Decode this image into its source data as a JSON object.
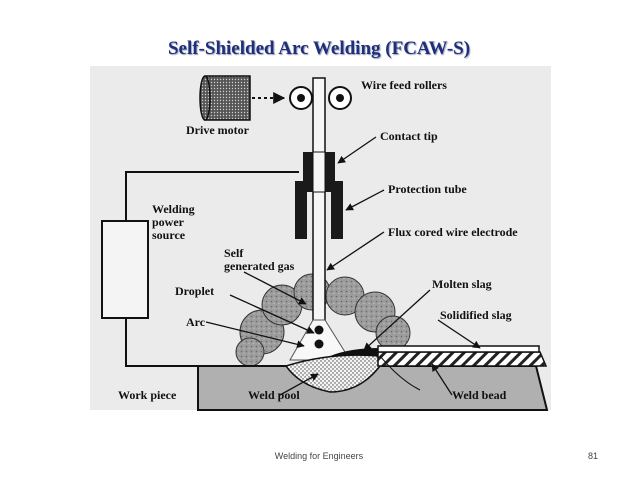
{
  "slide": {
    "title": "Self-Shielded Arc Welding (FCAW-S)",
    "footer": "Welding for Engineers",
    "page_number": "81"
  },
  "diagram": {
    "labels": {
      "wire_feed_rollers": "Wire feed rollers",
      "drive_motor": "Drive motor",
      "contact_tip": "Contact tip",
      "protection_tube": "Protection tube",
      "welding_power_source_1": "Welding",
      "welding_power_source_2": "power",
      "welding_power_source_3": "source",
      "flux_cored_wire_electrode": "Flux cored wire electrode",
      "self_generated_gas_1": "Self",
      "self_generated_gas_2": "generated gas",
      "molten_slag": "Molten slag",
      "droplet": "Droplet",
      "solidified_slag": "Solidified slag",
      "arc": "Arc",
      "work_piece": "Work piece",
      "weld_pool": "Weld pool",
      "weld_bead": "Weld bead"
    }
  }
}
